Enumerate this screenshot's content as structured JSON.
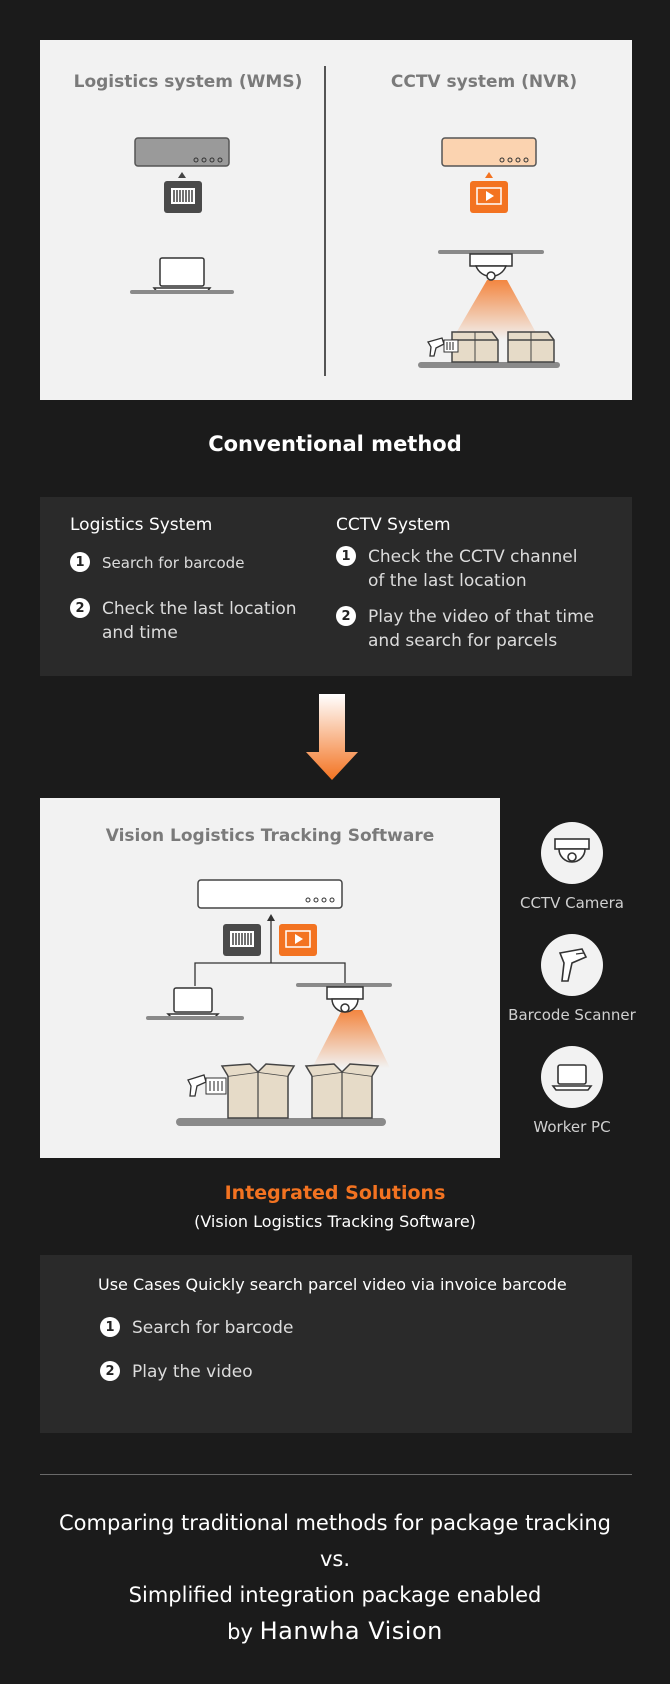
{
  "conventional": {
    "wms_title": "Logistics system (WMS)",
    "nvr_title": "CCTV system (NVR)",
    "section_title": "Conventional method",
    "logistics_heading": "Logistics System",
    "logistics_steps": [
      {
        "num": "1",
        "text": "Search for barcode"
      },
      {
        "num": "2",
        "text_lines": [
          "Check the last location",
          "and time"
        ]
      }
    ],
    "cctv_heading": "CCTV System",
    "cctv_steps": [
      {
        "num": "1",
        "text_lines": [
          "Check the CCTV channel",
          "of the last location"
        ]
      },
      {
        "num": "2",
        "text_lines": [
          "Play the video of that time",
          "and search for parcels"
        ]
      }
    ]
  },
  "integrated": {
    "software_title": "Vision Logistics Tracking Software",
    "side_items": [
      {
        "label": "CCTV Camera",
        "icon": "dome-camera-icon"
      },
      {
        "label": "Barcode Scanner",
        "icon": "barcode-scanner-icon"
      },
      {
        "label": "Worker PC",
        "icon": "laptop-icon"
      }
    ],
    "section_title": "Integrated Solutions",
    "section_subtitle": "(Vision Logistics Tracking Software)",
    "use_cases_heading": "Use Cases Quickly search parcel video via invoice barcode",
    "use_case_steps": [
      {
        "num": "1",
        "text": "Search for barcode"
      },
      {
        "num": "2",
        "text": "Play the video"
      }
    ]
  },
  "footer": {
    "lines": [
      "Comparing traditional methods for package tracking",
      "vs.",
      "Simplified integration package enabled"
    ],
    "by_text": "by",
    "brand": "Hanwha Vision"
  },
  "colors": {
    "accent_orange": "#f37321",
    "background": "#1b1b1b",
    "panel_light": "#f2f2f2",
    "panel_dark": "#2a2a2a"
  }
}
